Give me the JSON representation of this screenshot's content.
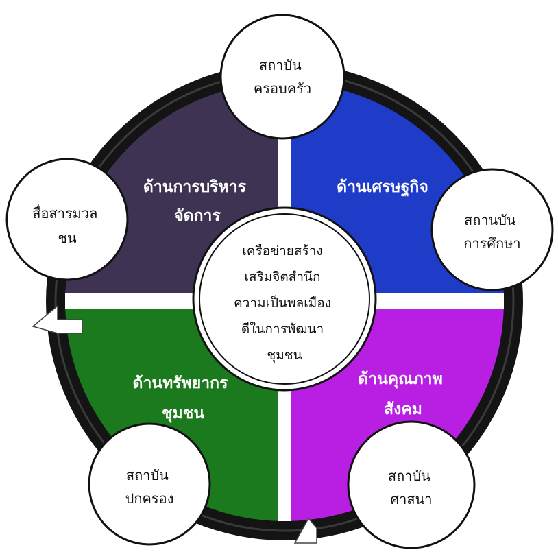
{
  "center": {
    "lines": [
      "เครือข่ายสร้าง",
      "เสริมจิตสำนึก",
      "ความเป็นพลเมือง",
      "ดีในการพัฒนา",
      "ชุมชน"
    ]
  },
  "quadrants": [
    {
      "id": "administration",
      "lines": [
        "ด้านการบริหาร",
        "จัดการ"
      ],
      "color": "#3f3353"
    },
    {
      "id": "economy",
      "lines": [
        "ด้านเศรษฐกิจ"
      ],
      "color": "#1f3cc8"
    },
    {
      "id": "community-resources",
      "lines": [
        "ด้านทรัพยากร",
        "ชุมชน"
      ],
      "color": "#1a7a1d"
    },
    {
      "id": "social-quality",
      "lines": [
        "ด้านคุณภาพ",
        "สังคม"
      ],
      "color": "#b81fe2"
    }
  ],
  "satellites": [
    {
      "id": "family",
      "lines": [
        "สถาบัน",
        "ครอบครัว"
      ]
    },
    {
      "id": "mass-media",
      "lines": [
        "สื่อสารมวล",
        "ชน"
      ]
    },
    {
      "id": "education",
      "lines": [
        "สถานบัน",
        "การศึกษา"
      ]
    },
    {
      "id": "government",
      "lines": [
        "สถาบัน",
        "ปกครอง"
      ]
    },
    {
      "id": "religion",
      "lines": [
        "สถาบัน",
        "ศาสนา"
      ]
    }
  ],
  "colors": {
    "ring": "#141414",
    "divider": "#ffffff",
    "circle_fill": "#ffffff",
    "circle_stroke": "#111111"
  }
}
